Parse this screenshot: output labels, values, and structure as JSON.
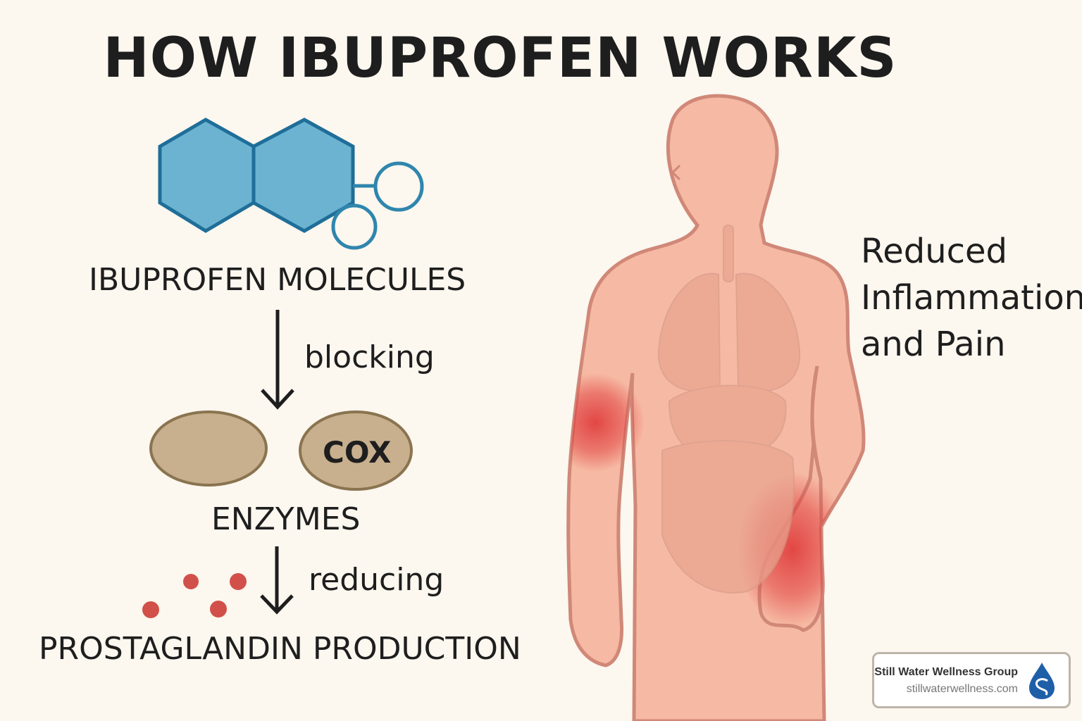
{
  "title": "HOW IBUPROFEN WORKS",
  "steps": {
    "molecules_label": "IBUPROFEN MOLECULES",
    "verb_1": "blocking",
    "enzyme_text": "COX",
    "enzymes_label": "ENZYMES",
    "verb_2": "reducing",
    "prostaglandin_label": "PROSTAGLANDIN PRODUCTION"
  },
  "result": {
    "line1": "Reduced",
    "line2": "Inflammation",
    "line3": "and Pain"
  },
  "brand": {
    "name": "Still Water Wellness Group",
    "url": "stillwaterwellness.com",
    "icon": "water-drop-logo"
  },
  "colors": {
    "molecule_fill": "#6bb3d1",
    "molecule_stroke": "#1f6e99",
    "enzyme_fill": "#c8b08e",
    "enzyme_stroke": "#8a7450",
    "prostaglandin": "#d2504a",
    "body_fill": "#f6b9a3",
    "body_stroke": "#d08878",
    "inflammation": "#e03a3a"
  }
}
